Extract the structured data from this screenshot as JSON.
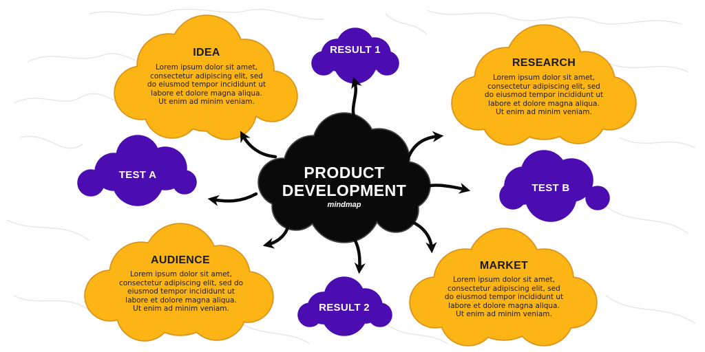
{
  "center": {
    "title_line1": "PRODUCT",
    "title_line2": "DEVELOPMENT",
    "subtitle": "mindmap"
  },
  "nodes": {
    "idea": {
      "title": "IDEA",
      "text": "Lorem ipsum dolor sit amet,\nconsectetur adipiscing elit, sed\ndo eiusmod tempor incididunt ut\nlabore et dolore magna aliqua.\nUt enim ad minim veniam."
    },
    "research": {
      "title": "RESEARCH",
      "text": "Lorem ipsum dolor sit amet,\nconsectetur adipiscing elit, sed\ndo eiusmod tempor incididunt ut\nlabore et dolore magna aliqua.\nUt enim ad minim veniam."
    },
    "audience": {
      "title": "AUDIENCE",
      "text": "Lorem ipsum dolor sit amet,\nconsectetur adipiscing elit, sed do\neiusmod tempor incididunt ut\nlabore et dolore magna aliqua.\nUt enim ad minim veniam."
    },
    "market": {
      "title": "MARKET",
      "text": "Lorem ipsum dolor sit amet,\nconsectetur adipiscing elit, sed\ndo eiusmod tempor incididunt ut\nlabore et dolore magna aliqua.\nUt enim ad minim veniam."
    },
    "result1": {
      "title": "RESULT 1"
    },
    "result2": {
      "title": "RESULT 2"
    },
    "testA": {
      "title": "TEST A"
    },
    "testB": {
      "title": "TEST B"
    }
  },
  "colors": {
    "orange": "#FDB515",
    "orange_stroke": "#D9951C",
    "purple": "#4B0DB1",
    "black": "#0a0a0a",
    "map_lines": "#e4e4e4"
  }
}
